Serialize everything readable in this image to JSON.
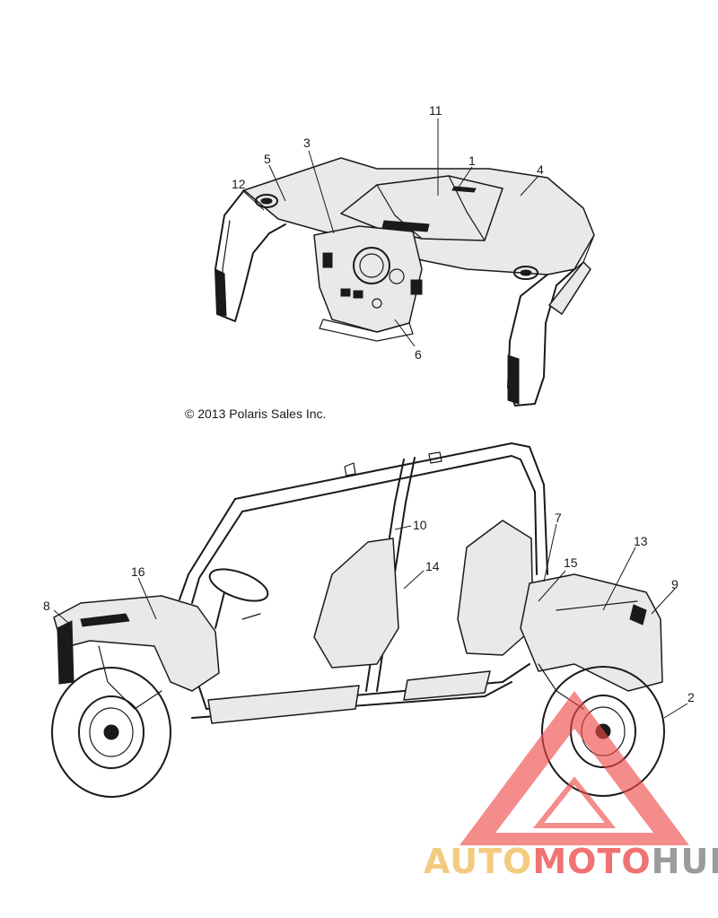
{
  "copyright": "© 2013 Polaris Sales Inc.",
  "callouts": {
    "c1": "1",
    "c2": "2",
    "c3": "3",
    "c4": "4",
    "c5": "5",
    "c6": "6",
    "c7": "7",
    "c8": "8",
    "c9": "9",
    "c10": "10",
    "c11": "11",
    "c12": "12",
    "c13": "13",
    "c14": "14",
    "c15": "15",
    "c16": "16"
  },
  "watermark": {
    "part_auto": "AUTO",
    "part_moto": "MOTO",
    "part_hub": "HUB",
    "colors": {
      "auto": "#f2c36b",
      "moto": "#ef5a5a",
      "hub": "#8a8a8a",
      "triangle": "#ee4b4b"
    }
  }
}
